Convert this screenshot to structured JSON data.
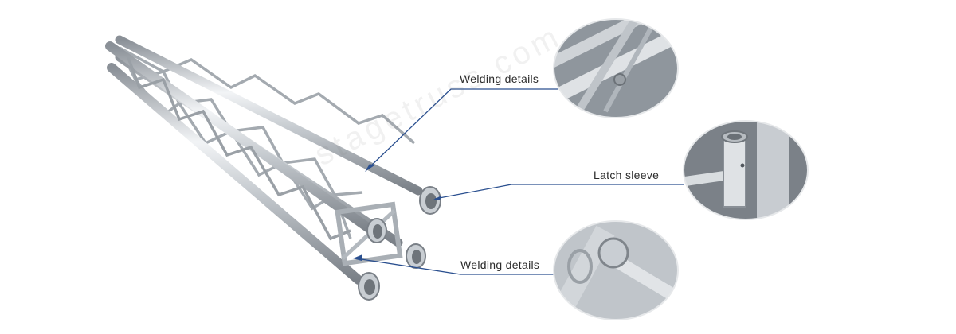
{
  "callouts": [
    {
      "label": "Welding details"
    },
    {
      "label": "Latch sleeve"
    },
    {
      "label": "Welding details"
    }
  ],
  "watermark": "stagetruss.com",
  "colors": {
    "leader_line": "#2a4f8f",
    "aluminum_light": "#eef0f2",
    "aluminum_mid": "#b9bec4",
    "aluminum_dark": "#7d848b"
  }
}
